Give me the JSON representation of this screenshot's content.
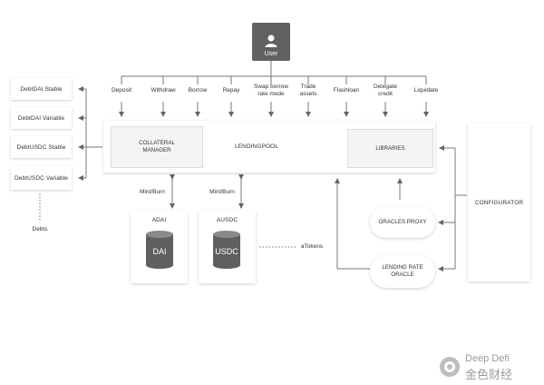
{
  "user": {
    "label": "User",
    "icon": "user-icon"
  },
  "actions": [
    "Deposit",
    "Withdraw",
    "Borrow",
    "Repay",
    "Swap borrow rate mode",
    "Trade assets",
    "Flashloan",
    "Delegate credit",
    "Liquidate"
  ],
  "debt_tokens": [
    "DebtDAI Stable",
    "DebtDAI Variable",
    "DebtUSDC Stable",
    "DebtUSDC Variable"
  ],
  "debts_label": "Debts",
  "lendingpool": {
    "title": "LENDINGPOOL",
    "collateral_manager": "COLLATERAL MANAGER",
    "libraries": "LIBRARIES"
  },
  "mintburn_left": "Mint/Burn",
  "mintburn_right": "Mint/Burn",
  "atokens": {
    "adai": {
      "label": "ADAI",
      "cylinder": "DAI"
    },
    "ausdc": {
      "label": "AUSDC",
      "cylinder": "USDC"
    },
    "caption": "aTokens"
  },
  "oracles_proxy": "ORACLES PROXY",
  "lending_rate_oracle": "LENDING RATE ORACLE",
  "configurator": "CONFIGURATOR",
  "watermark": {
    "line1": "Deep Defi",
    "line2": "金色财经"
  },
  "colors": {
    "user_box": "#616161",
    "cylinder": "#5f5f5f",
    "arrow": "#666666"
  }
}
